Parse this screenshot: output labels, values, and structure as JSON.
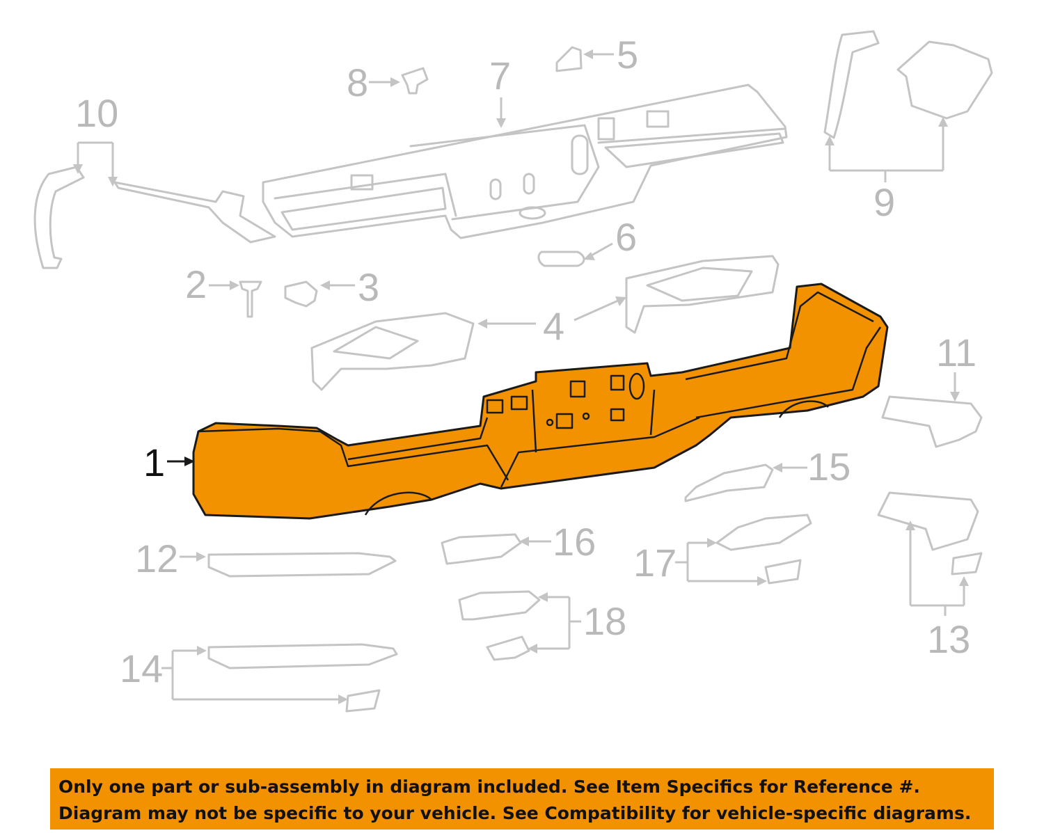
{
  "diagram": {
    "callouts": {
      "c1": "1",
      "c2": "2",
      "c3": "3",
      "c4": "4",
      "c5": "5",
      "c6": "6",
      "c7": "7",
      "c8": "8",
      "c9": "9",
      "c10": "10",
      "c11": "11",
      "c12": "12",
      "c13": "13",
      "c14": "14",
      "c15": "15",
      "c16": "16",
      "c17": "17",
      "c18": "18"
    },
    "highlight_color": "#f39200",
    "part_line_color": "#c4c4c4"
  },
  "notice": {
    "line1": "Only one part or sub-assembly in diagram included. See Item Specifics for Reference #.",
    "line2": "Diagram may not be specific to your vehicle. See Compatibility for vehicle-specific diagrams."
  }
}
